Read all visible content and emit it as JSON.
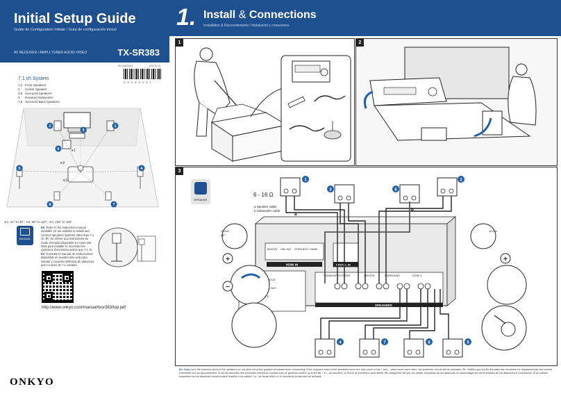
{
  "header": {
    "title": "Initial Setup Guide",
    "subtitle": "Guide de Configuration Initiale / Guía de configuración inicial",
    "product": "AV RECEIVER / AMPLI-TUNER AUDIO-VIDEO",
    "model": "TX-SR383",
    "sn": "SN 29403431",
    "code": "(H1712-0)",
    "barcode_number": "2 9 4 0 3 4 3 1"
  },
  "system": {
    "title": "7.1 ch System",
    "legend": [
      {
        "key": "1,2",
        "label": "Front Speakers"
      },
      {
        "key": "3",
        "label": "Center Speaker"
      },
      {
        "key": "4,5",
        "label": "Surround Speakers"
      },
      {
        "key": "6",
        "label": "Powered Subwoofer"
      },
      {
        "key": "7,8",
        "label": "Surround Back Speakers"
      }
    ],
    "angles": "∗1: 22° to 30°, ∗2: 90° to 110°, ∗3: 135° to 150°",
    "marks": [
      "1",
      "2",
      "3",
      "4",
      "5",
      "6",
      "7",
      "8"
    ],
    "angle_marks": [
      "∗1",
      "∗2",
      "∗3"
    ]
  },
  "note": {
    "icon_label": "MANUAL",
    "en_tag": "En",
    "en": ": Refer to the instruction manual available on our website to install and connect speakers systems other than 7.1 ch.",
    "fr_tag": "Fr",
    "fr": ": Se référer aux instructions du mode d'emploi disponible sur notre site Web pour installer et raccorder les systèmes d'enceintes autres que 7.1 ch.",
    "es_tag": "Es",
    "es": ": Consulte el manual de instrucciones disponible en nuestro sitio web para instalar y conectar sistemas de altavoces que no sean de 7.1 canales."
  },
  "url": "http://www.onkyo.com/manual/txsr383/top.pdf",
  "brand": "ONKYO",
  "install": {
    "number": "1.",
    "title_a": "Install",
    "title_amp": "&",
    "title_b": "Connections",
    "subtitle": "Installation & Raccordements / Instalación y conexiones"
  },
  "panels": {
    "p1": "1",
    "p2": "2",
    "p3": "3"
  },
  "wiring": {
    "speaker_label": "SPEAKER",
    "impedance": "6 - 16 Ω",
    "cable_a": "a",
    "cable_b": "b",
    "legend_a": "a Speaker cable",
    "legend_b": "b Subwoofer cable",
    "hdmi_in": "HDMI IN",
    "hdmi_inputs": [
      "BD/DVD",
      "CBL/SAT",
      "STRM BOX",
      "GAME"
    ],
    "hdmi_out": "HDMI OUT",
    "digital_in": "DIGITAL IN",
    "subwoofer": "SUBWOOFER",
    "front": "FRONT",
    "center": "CENTER",
    "surround": "SURROUND",
    "zone2": "ZONE 2",
    "speakers": "SPEAKERS",
    "rca_inputs": [
      "BD/DVD",
      "CBL/SAT",
      "CD",
      "MONITOR OUT"
    ],
    "cable_len": "12 mm",
    "cable_len2": "1/2\"",
    "speaker_nums": [
      "1",
      "3",
      "6",
      "2",
      "4",
      "7",
      "8",
      "5"
    ]
  },
  "footer": {
    "en_tag": "En",
    "en": ": Make sure the exposed wires of the speakers do not stick out of the speaker terminals when connecting. If the exposed wires of the speakers touch the rear panel or the + and – wires touch each other, the protection circuit will be activated.",
    "fr_tag": "Fr",
    "fr": ": Vérifiez que les fils dénudés des enceintes ne dépassent pas des bornes d'enceinte lors du raccordement. Si les fils dénudés des enceintes entrent en contact avec le panneau arrière ou si les fils + et – se touchent, le circuit de protection sera activé.",
    "es_tag": "Es",
    "es": ": Asegúrese de que los cables expuestos de los altavoces no sobresalgan de los terminales de los altavoces al conectarlos. Si los cables expuestos de los altavoces tocan el panel trasero o los cables + y – se tocan entre sí, el circuito de protección se activará."
  },
  "colors": {
    "brand_blue": "#1e4f8f",
    "badge_blue": "#1f5fa8"
  }
}
